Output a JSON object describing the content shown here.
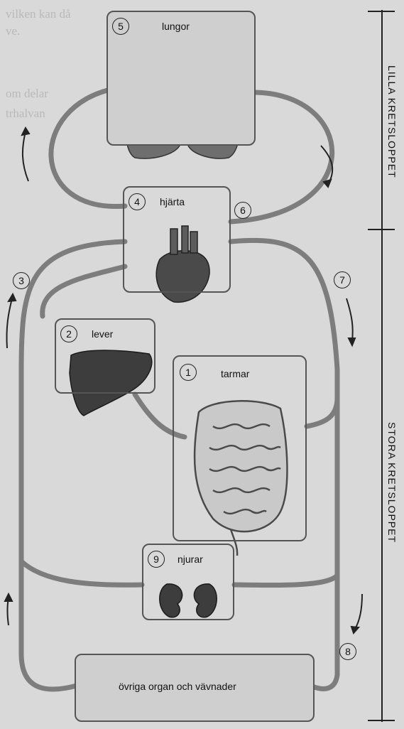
{
  "organs": {
    "lungor": {
      "num": "5",
      "label": "lungor"
    },
    "hjarta": {
      "num": "4",
      "label": "hjärta"
    },
    "lever": {
      "num": "2",
      "label": "lever"
    },
    "tarmar": {
      "num": "1",
      "label": "tarmar"
    },
    "njurar": {
      "num": "9",
      "label": "njurar"
    },
    "ovriga": {
      "label": "övriga organ och vävnader"
    }
  },
  "markers": {
    "m3": "3",
    "m6": "6",
    "m7": "7",
    "m8": "8"
  },
  "side_labels": {
    "lilla": "LILLA KRETSLOPPET",
    "stora": "STORA KRETSLOPPET"
  },
  "colors": {
    "vessel": "#7d7d7d",
    "box": "#cfcfcf",
    "organ": "#555555"
  }
}
